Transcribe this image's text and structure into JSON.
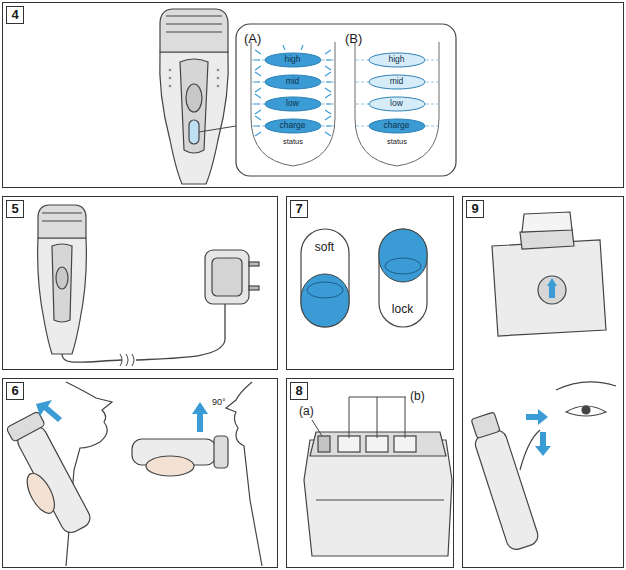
{
  "diagram": {
    "nodes": [
      {
        "text": [
          "4"
        ]
      },
      {
        "text": [
          "high"
        ],
        "in": 0
      },
      {
        "text": [
          "mid"
        ],
        "in": 0
      },
      {
        "text": [
          "low"
        ],
        "in": 0
      },
      {
        "text": [
          "charge"
        ],
        "in": 0
      },
      {
        "text": [
          "high"
        ],
        "in": 0
      },
      {
        "text": [
          "mid"
        ],
        "in": 0
      },
      {
        "text": [
          "low"
        ],
        "in": 0
      },
      {
        "text": [
          "charge"
        ],
        "in": 0
      },
      {
        "text": [
          "5"
        ]
      },
      {
        "text": [
          "7"
        ]
      },
      {
        "text": [
          "soft"
        ],
        "in": 10
      },
      {
        "text": [
          "lock"
        ],
        "in": 10
      },
      {
        "text": [
          "9"
        ]
      },
      {
        "text": [
          "6"
        ]
      },
      {
        "text": [
          "8"
        ]
      }
    ],
    "labels": [
      "(A)",
      "(B)",
      "status",
      "status",
      "90°",
      "(a)",
      "(b)"
    ]
  }
}
